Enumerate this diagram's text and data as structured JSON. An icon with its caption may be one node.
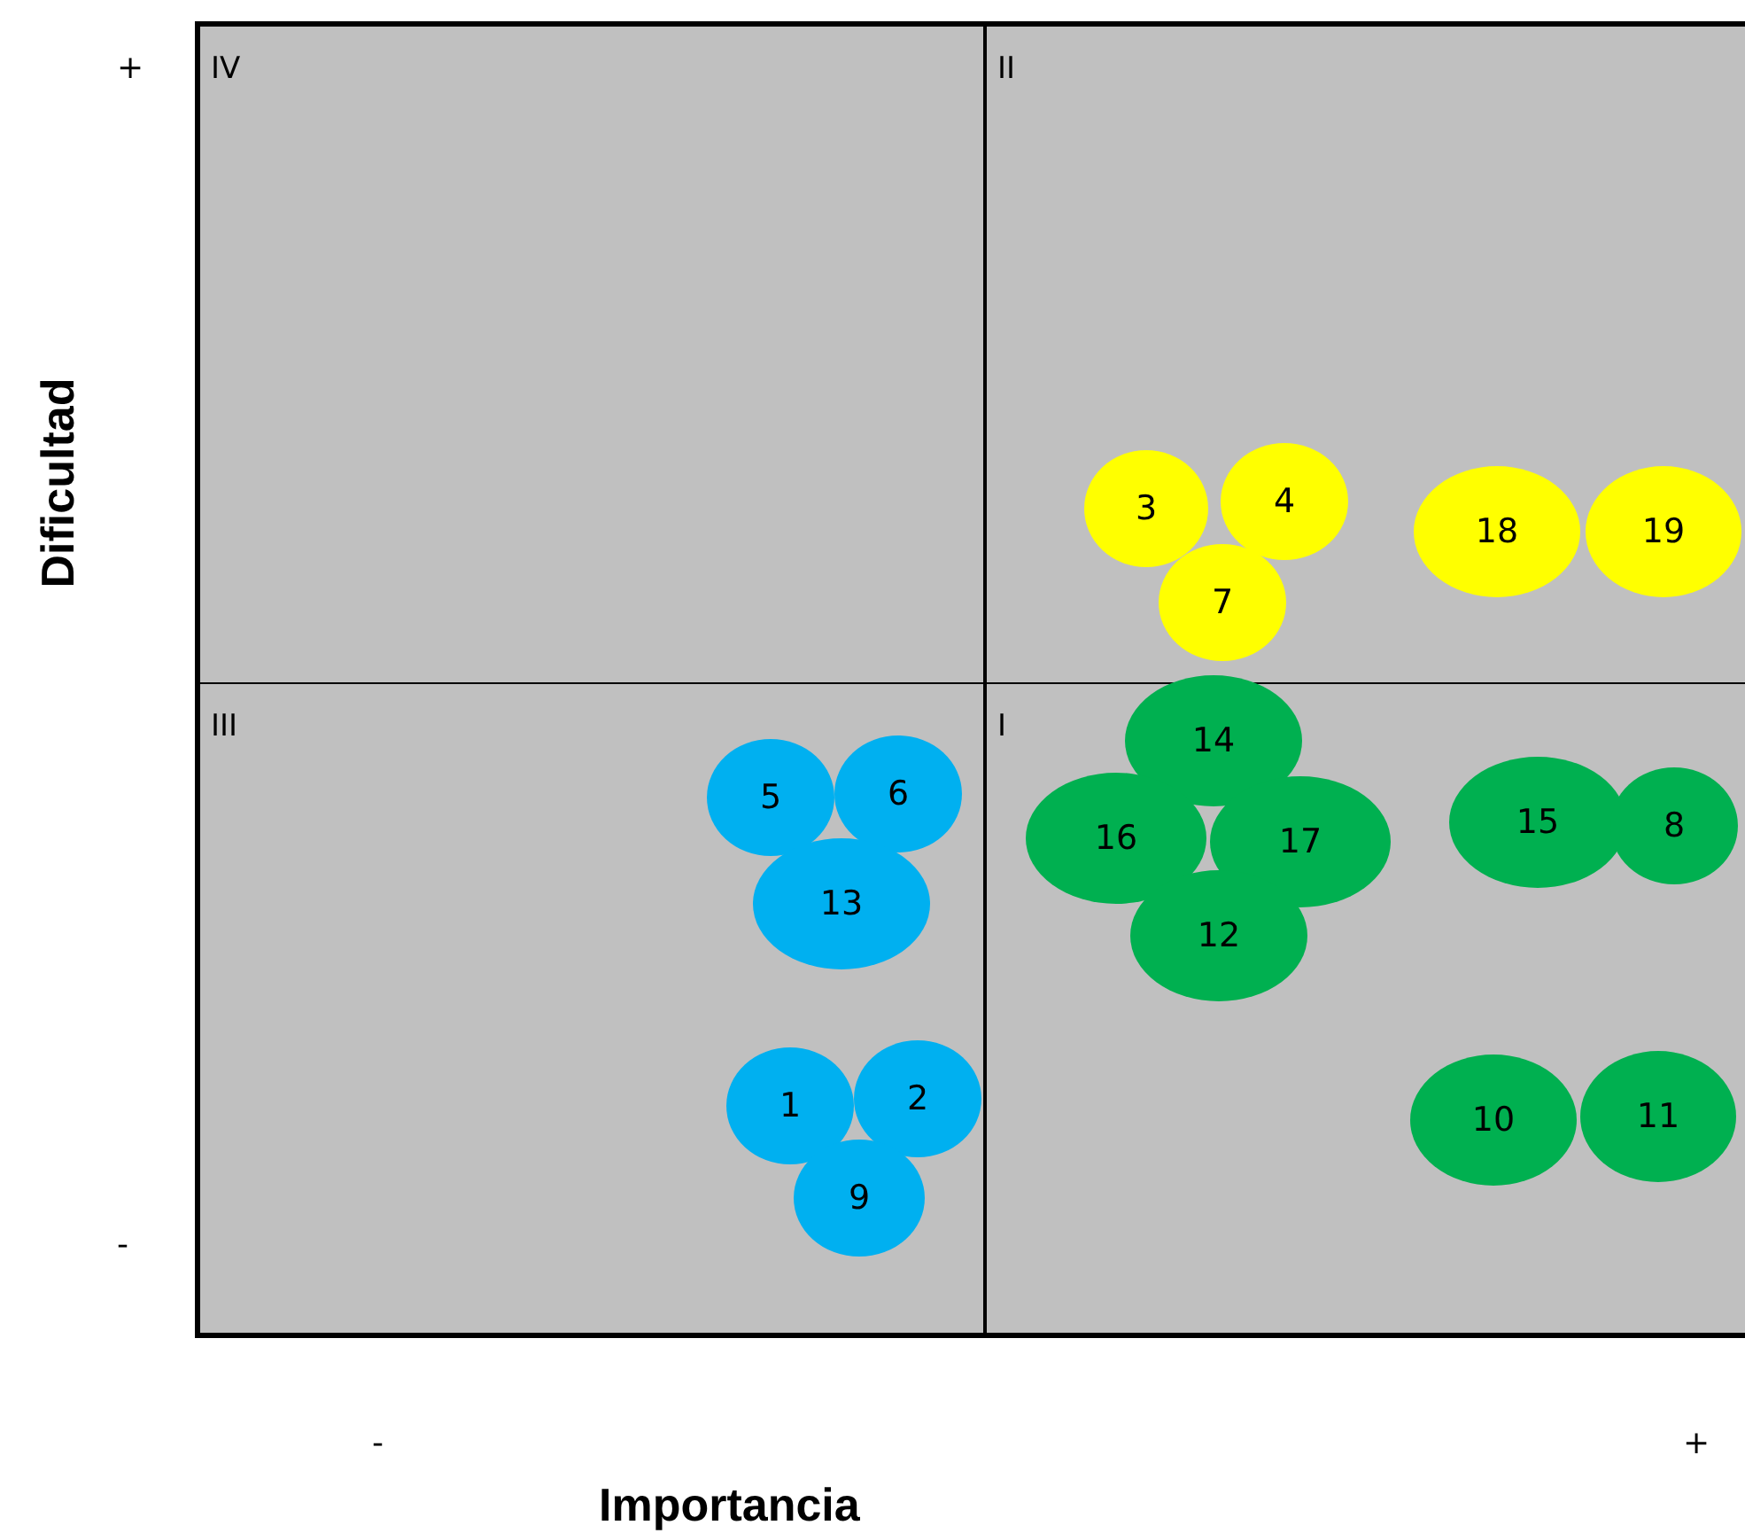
{
  "diagram": {
    "nodes": [
      {
        "text": [
          "IV"
        ]
      },
      {
        "text": [
          "II"
        ]
      },
      {
        "text": [
          "III"
        ]
      },
      {
        "text": [
          "I"
        ]
      },
      {
        "text": [
          "3"
        ],
        "in": 1
      },
      {
        "text": [
          "4"
        ],
        "in": 1
      },
      {
        "text": [
          "18"
        ],
        "in": 1
      },
      {
        "text": [
          "19"
        ],
        "in": 1
      },
      {
        "text": [
          "7"
        ],
        "in": 1
      },
      {
        "text": [
          "5"
        ],
        "in": 2
      },
      {
        "text": [
          "6"
        ],
        "in": 2
      },
      {
        "text": [
          "13"
        ],
        "in": 2
      },
      {
        "text": [
          "1"
        ],
        "in": 2
      },
      {
        "text": [
          "2"
        ],
        "in": 2
      },
      {
        "text": [
          "9"
        ],
        "in": 2
      },
      {
        "text": [
          "14"
        ],
        "in": 3
      },
      {
        "text": [
          "16"
        ],
        "in": 3
      },
      {
        "text": [
          "17"
        ],
        "in": 3
      },
      {
        "text": [
          "15"
        ],
        "in": 3
      },
      {
        "text": [
          "8"
        ],
        "in": 3
      },
      {
        "text": [
          "12"
        ],
        "in": 3
      },
      {
        "text": [
          "10"
        ],
        "in": 3
      },
      {
        "text": [
          "11"
        ],
        "in": 3
      }
    ],
    "edges": [],
    "labels": [
      "+",
      "Dificultad",
      "-",
      "-",
      "+",
      "Importancia"
    ]
  }
}
